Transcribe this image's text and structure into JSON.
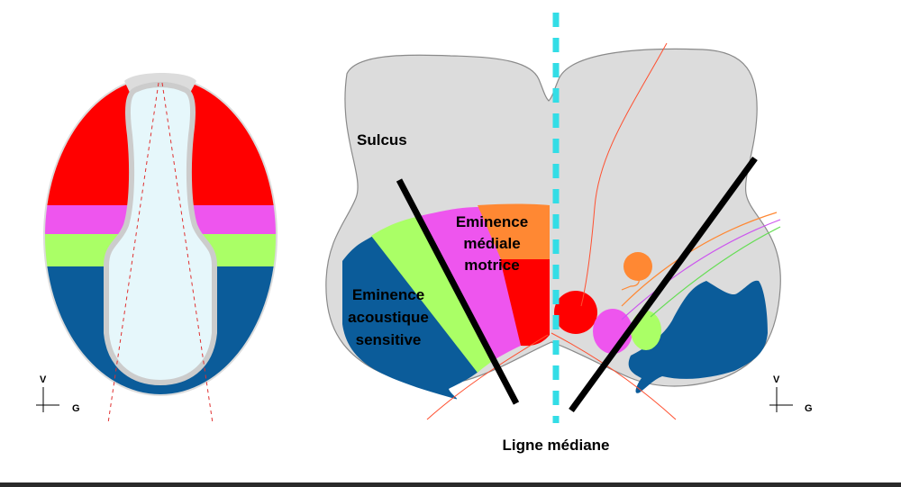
{
  "colors": {
    "motor": "#ff0000",
    "visceral_motor": "#ee55ee",
    "visceral_sensory": "#aaff66",
    "somatic_sensory": "#0b5c9a",
    "branchial_motor": "#ff8833",
    "gray_matter": "#dcdcdc",
    "canal": "#e6f7fb",
    "midline": "#33dde6"
  },
  "labels": {
    "sulcus": "Sulcus",
    "eminence_mediale_1": "Eminence",
    "eminence_mediale_2": "médiale",
    "eminence_mediale_3": "motrice",
    "eminence_acoustique_1": "Eminence",
    "eminence_acoustique_2": "acoustique",
    "eminence_acoustique_3": "sensitive",
    "ligne_mediane": "Ligne médiane"
  },
  "orientation_left": {
    "vertical": "V",
    "horizontal": "G"
  },
  "orientation_right": {
    "vertical": "V",
    "horizontal": "G"
  }
}
